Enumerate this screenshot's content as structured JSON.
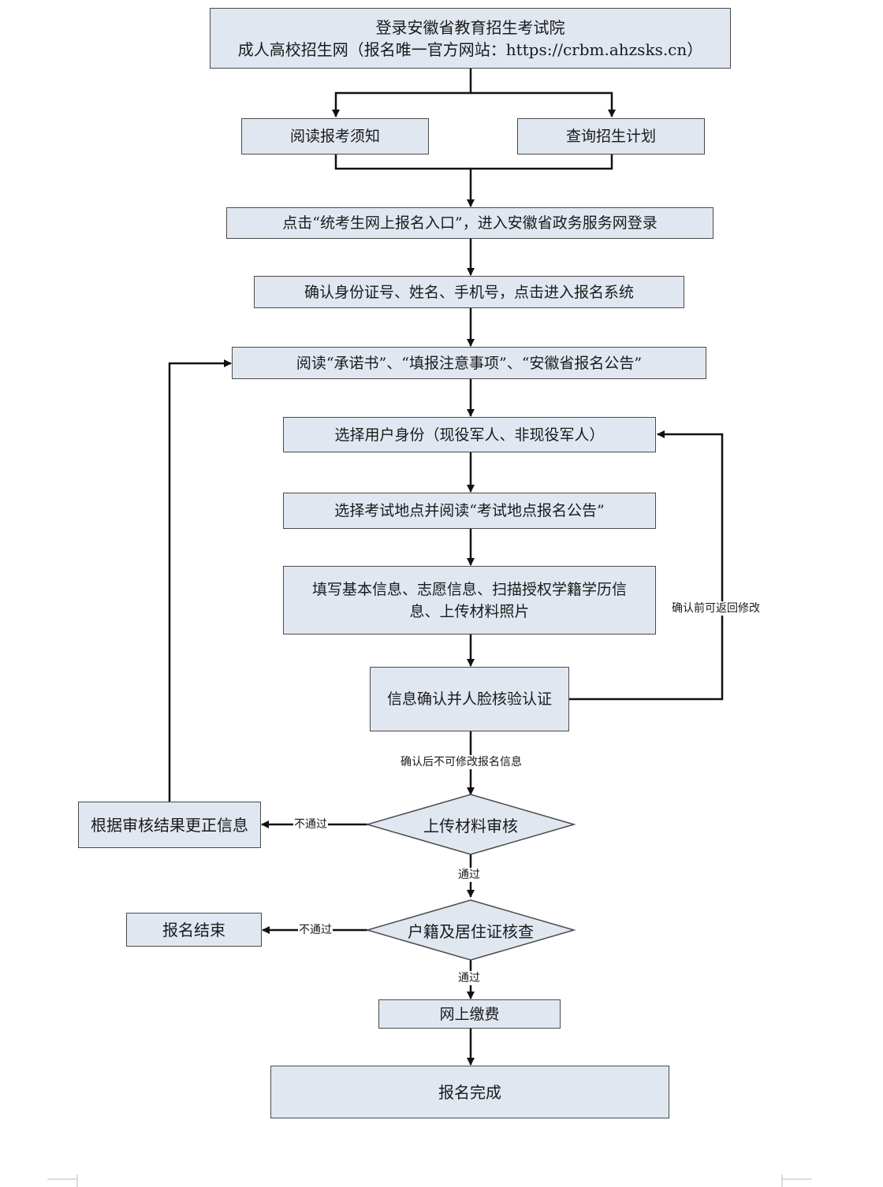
{
  "nodes": {
    "login": {
      "line1": "登录安徽省教育招生考试院",
      "line2": "成人高校招生网（报名唯一官方网站：https://crbm.ahzsks.cn）"
    },
    "read_notice": "阅读报考须知",
    "query_plan": "查询招生计划",
    "click_entry": "点击“统考生网上报名入口”，进入安徽省政务服务网登录",
    "confirm_id": "确认身份证号、姓名、手机号，点击进入报名系统",
    "read_pledge": "阅读“承诺书”、“填报注意事项”、“安徽省报名公告”",
    "select_identity": "选择用户身份（现役军人、非现役军人）",
    "select_site": "选择考试地点并阅读“考试地点报名公告”",
    "fill_info": {
      "line1": "填写基本信息、志愿信息、扫描授权学籍学历信",
      "line2": "息、上传材料照片"
    },
    "confirm_face": "信息确认并人脸核验认证",
    "material_review": "上传材料审核",
    "correct_info": "根据审核结果更正信息",
    "household_check": "户籍及居住证核查",
    "reg_end": "报名结束",
    "pay_online": "网上缴费",
    "reg_complete": "报名完成"
  },
  "edge_labels": {
    "return_modify": "确认前可返回修改",
    "no_modify_after": "确认后不可修改报名信息",
    "fail_review": "不通过",
    "pass_review": "通过",
    "fail_household": "不通过",
    "pass_household": "通过"
  },
  "colors": {
    "box_fill": "#e1e7f1",
    "box_border": "#4a4a4a",
    "line": "#111111"
  }
}
